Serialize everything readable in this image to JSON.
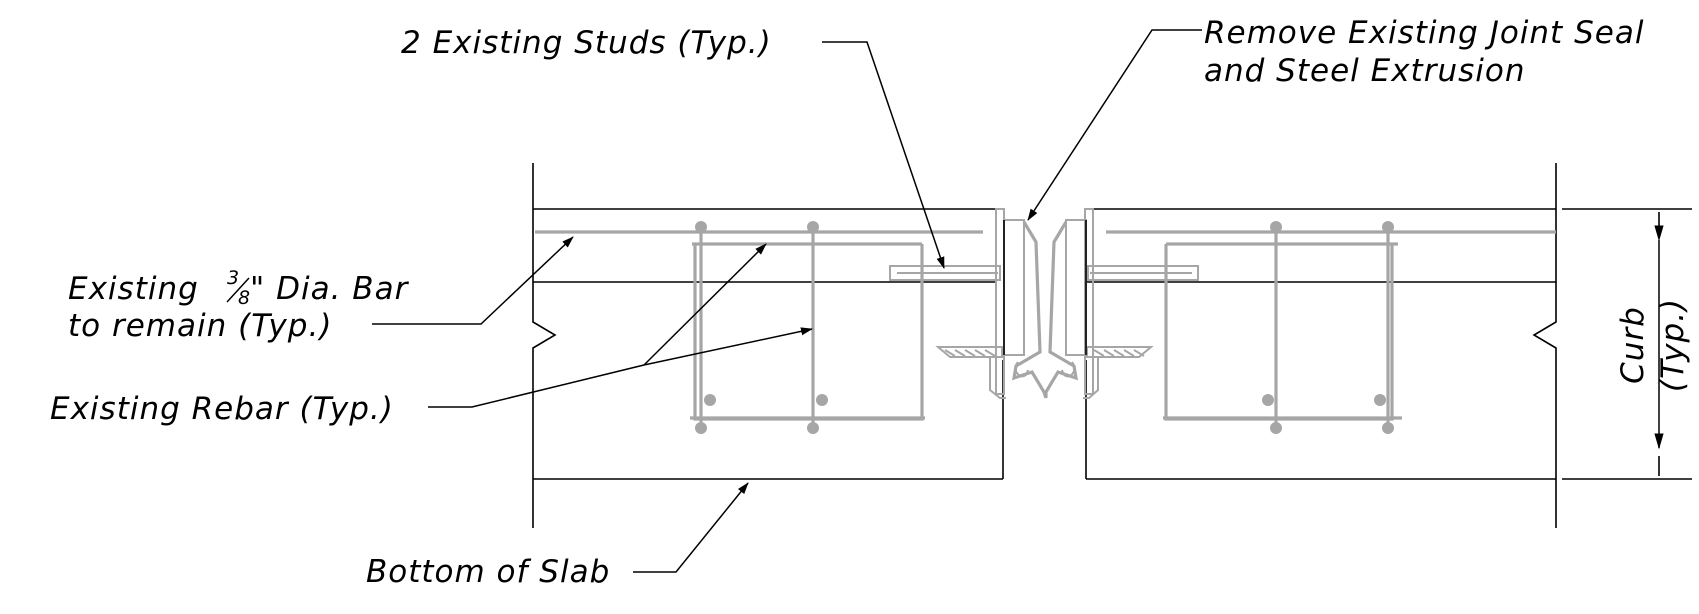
{
  "labels": {
    "studs": "2 Existing Studs (Typ.)",
    "remove_line1": "Remove Existing Joint Seal",
    "remove_line2": "and Steel Extrusion",
    "bar_line1_pre": "Existing",
    "bar_frac_num": "3",
    "bar_frac_den": "8",
    "bar_line1_post": "\" Dia. Bar",
    "bar_line2": "to remain (Typ.)",
    "rebar": "Existing Rebar (Typ.)",
    "bottom": "Bottom of Slab",
    "curb_line1": "Curb",
    "curb_line2": "(Typ.)"
  },
  "colors": {
    "ink": "#000000",
    "existing": "#a6a6a6",
    "background": "#ffffff"
  }
}
